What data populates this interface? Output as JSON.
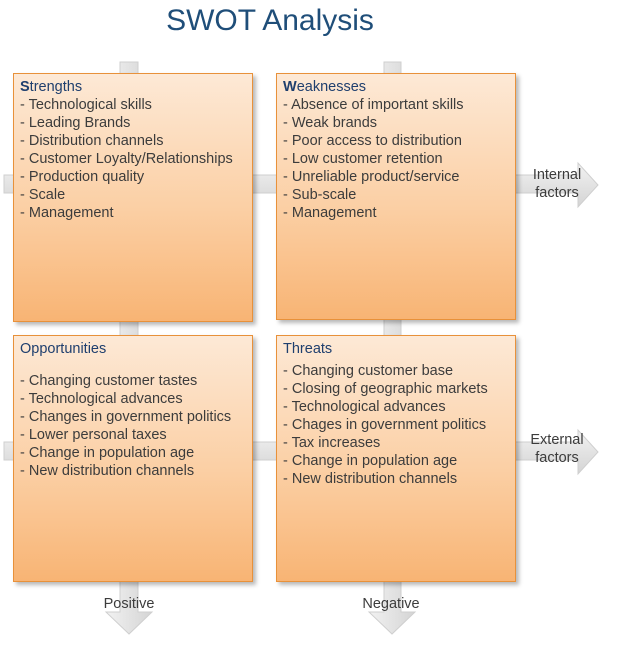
{
  "title": "SWOT Analysis",
  "quadrants": {
    "strengths": {
      "heading_first": "S",
      "heading_rest": "trengths",
      "items": [
        "Technological skills",
        "Leading Brands",
        "Distribution channels",
        "Customer Loyalty/Relationships",
        "Production quality",
        "Scale",
        "Management"
      ]
    },
    "weaknesses": {
      "heading_first": "W",
      "heading_rest": "eaknesses",
      "items": [
        "Absence of important skills",
        "Weak brands",
        "Poor access to distribution",
        "Low customer retention",
        "Unreliable product/service",
        "Sub-scale",
        "Management"
      ]
    },
    "opportunities": {
      "heading": "Opportunities",
      "items": [
        "Changing customer tastes",
        "Technological advances",
        "Changes in government politics",
        "Lower personal taxes",
        "Change in population age",
        "New distribution channels"
      ]
    },
    "threats": {
      "heading": "Threats",
      "items": [
        "Changing customer base",
        "Closing of geographic markets",
        "Technological advances",
        "Chages in government politics",
        "Tax increases",
        "Change in population age",
        "New distribution channels"
      ]
    }
  },
  "side_labels": {
    "internal_line1": "Internal",
    "internal_line2": "factors",
    "external_line1": "External",
    "external_line2": "factors"
  },
  "bottom_labels": {
    "positive": "Positive",
    "negative": "Negative"
  },
  "colors": {
    "title": "#1f4e79",
    "box_border": "#e8913a",
    "box_fill_top": "#fde9d6",
    "box_fill_bottom": "#f8b474",
    "arrow_fill": "#e6e6e6"
  }
}
